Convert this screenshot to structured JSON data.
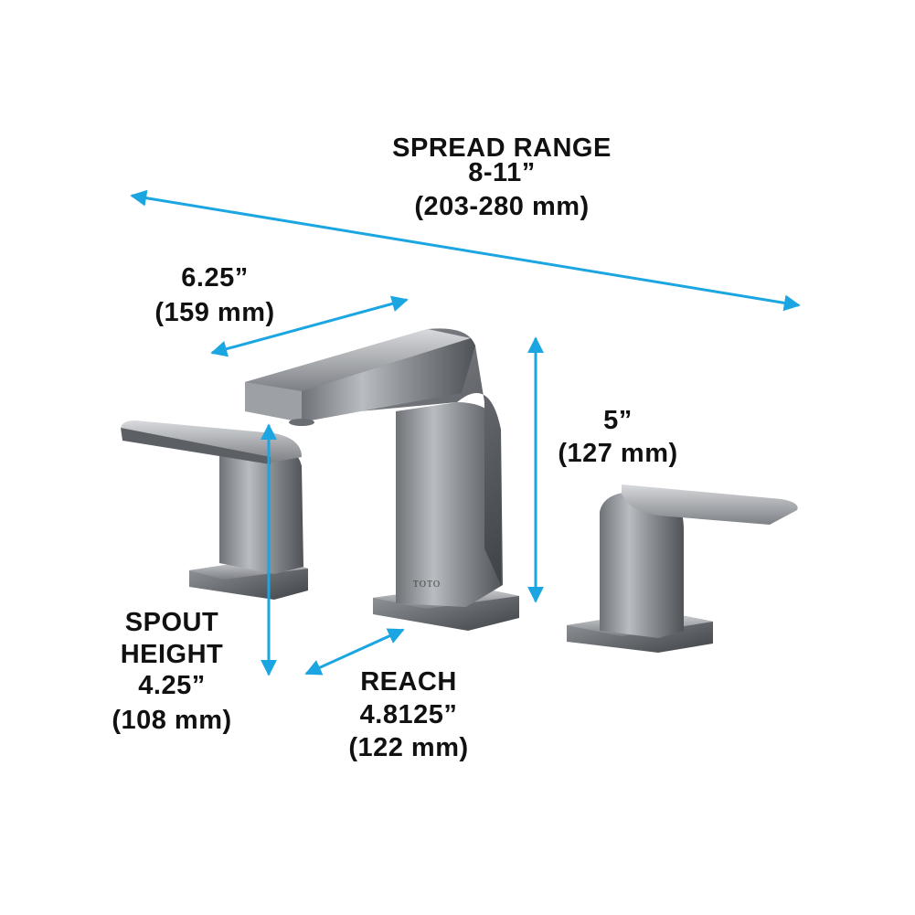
{
  "colors": {
    "arrow": "#1ba6e1",
    "text": "#111111",
    "chrome": "#8a8d92"
  },
  "product": {
    "brand_logo": "TOTO"
  },
  "dimensions": {
    "spread": {
      "lines": [
        "SPREAD RANGE",
        "8-11”",
        "(203-280 mm)"
      ]
    },
    "handle_width": {
      "lines": [
        "6.25”",
        "(159 mm)"
      ]
    },
    "height": {
      "lines": [
        "5”",
        "(127 mm)"
      ]
    },
    "spout_height": {
      "lines": [
        "SPOUT",
        "HEIGHT",
        "4.25”",
        "(108 mm)"
      ]
    },
    "reach": {
      "lines": [
        "REACH",
        "4.8125”",
        "(122 mm)"
      ]
    }
  }
}
